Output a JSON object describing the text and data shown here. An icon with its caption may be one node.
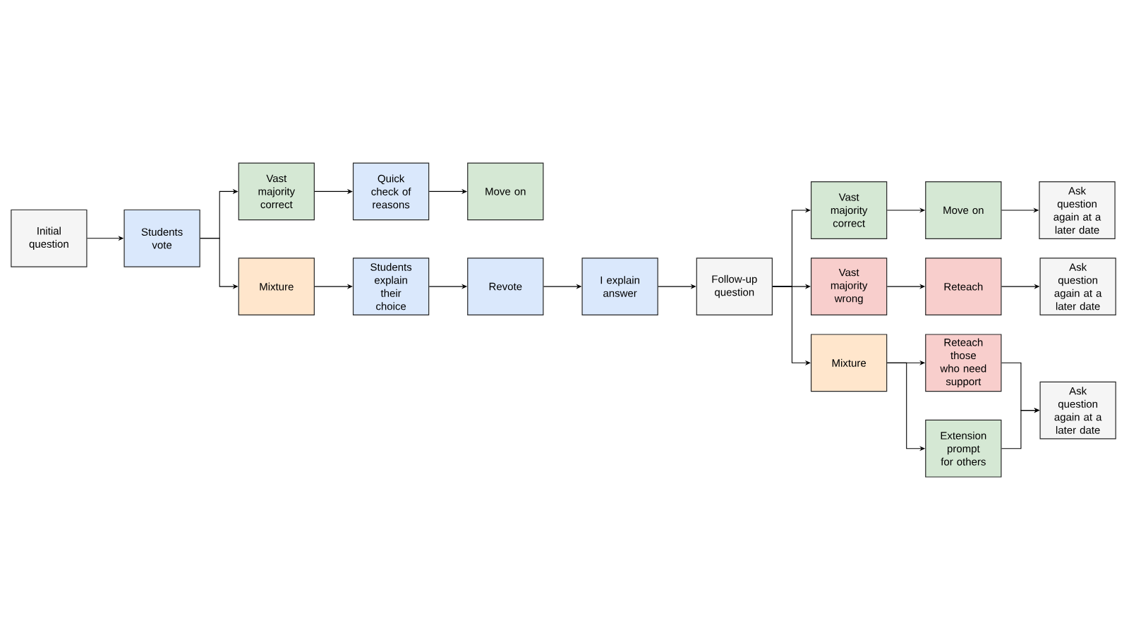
{
  "diagram": {
    "nodes": [
      {
        "text": [
          "Initial question"
        ]
      },
      {
        "text": [
          "Students vote"
        ]
      },
      {
        "text": [
          "Vast majority correct"
        ]
      },
      {
        "text": [
          "Quick check of reasons"
        ]
      },
      {
        "text": [
          "Move on"
        ]
      },
      {
        "text": [
          "Mixture"
        ]
      },
      {
        "text": [
          "Students explain their choice"
        ]
      },
      {
        "text": [
          "Revote"
        ]
      },
      {
        "text": [
          "I explain answer"
        ]
      },
      {
        "text": [
          "Follow-up question"
        ]
      },
      {
        "text": [
          "Vast majority correct"
        ]
      },
      {
        "text": [
          "Move on"
        ]
      },
      {
        "text": [
          "Ask question again at a later date"
        ]
      },
      {
        "text": [
          "Vast majority wrong"
        ]
      },
      {
        "text": [
          "Reteach"
        ]
      },
      {
        "text": [
          "Ask question again at a later date"
        ]
      },
      {
        "text": [
          "Mixture"
        ]
      },
      {
        "text": [
          "Reteach those who need support"
        ]
      },
      {
        "text": [
          "Extension prompt for others"
        ]
      },
      {
        "text": [
          "Ask question again at a later date"
        ]
      }
    ],
    "edges": [
      {
        "from": 0,
        "to": 1,
        "arrow": "to"
      },
      {
        "from": 1,
        "to": 2,
        "arrow": "to"
      },
      {
        "from": 1,
        "to": 5,
        "arrow": "to"
      },
      {
        "from": 2,
        "to": 3,
        "arrow": "to"
      },
      {
        "from": 3,
        "to": 4,
        "arrow": "to"
      },
      {
        "from": 5,
        "to": 6,
        "arrow": "to"
      },
      {
        "from": 6,
        "to": 7,
        "arrow": "to"
      },
      {
        "from": 7,
        "to": 8,
        "arrow": "to"
      },
      {
        "from": 8,
        "to": 9,
        "arrow": "to"
      },
      {
        "from": 9,
        "to": 10,
        "arrow": "to"
      },
      {
        "from": 9,
        "to": 13,
        "arrow": "to"
      },
      {
        "from": 9,
        "to": 16,
        "arrow": "to"
      },
      {
        "from": 10,
        "to": 11,
        "arrow": "to"
      },
      {
        "from": 11,
        "to": 12,
        "arrow": "to"
      },
      {
        "from": 13,
        "to": 14,
        "arrow": "to"
      },
      {
        "from": 14,
        "to": 15,
        "arrow": "to"
      },
      {
        "from": 16,
        "to": 17,
        "arrow": "to"
      },
      {
        "from": 16,
        "to": 18,
        "arrow": "to"
      },
      {
        "from": 17,
        "to": 19,
        "arrow": "to"
      },
      {
        "from": 18,
        "to": 19,
        "arrow": "to"
      }
    ]
  }
}
